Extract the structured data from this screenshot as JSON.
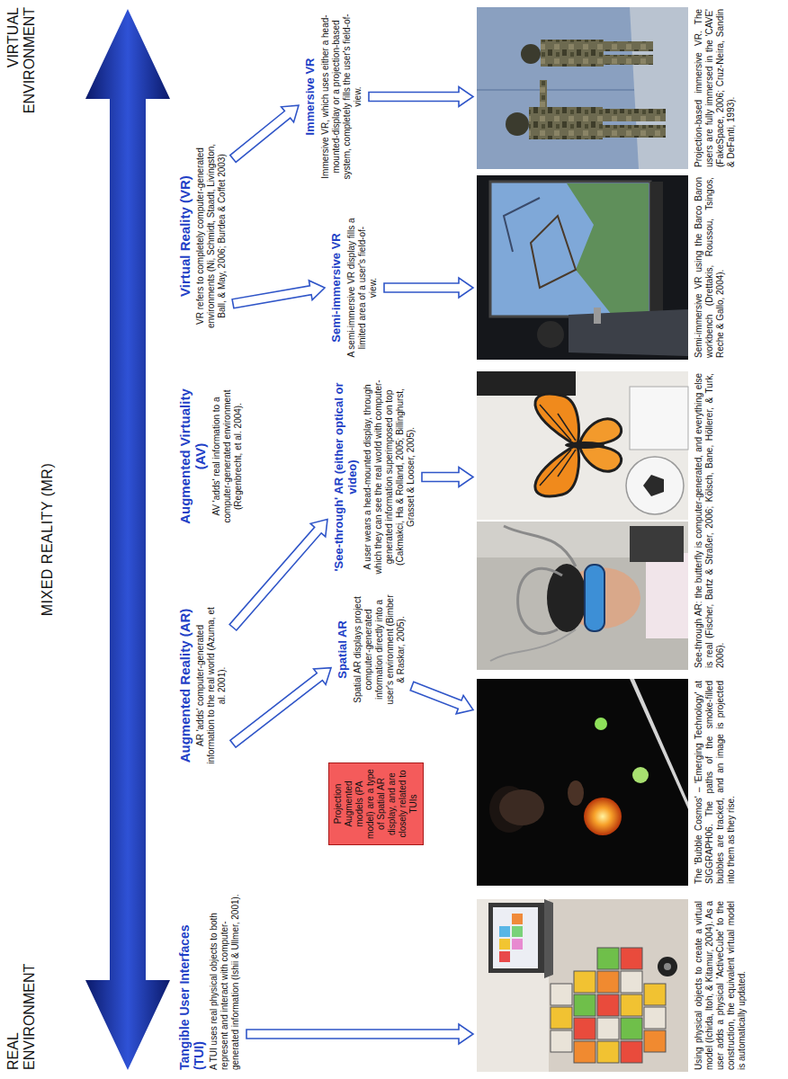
{
  "diagram": {
    "title": "MIXED REALITY (MR)",
    "nodes": [
      {
        "text": [
          "Tangible User Interfaces (TUI)",
          "A TUI uses real physical objects to both represent and interact with computer-generated information (Ishii & Ullmer, 2001)."
        ]
      },
      {
        "text": [
          "Augmented Reality (AR)",
          "AR 'adds' computer-generated information to the real world (Azuma, et al. 2001)."
        ]
      },
      {
        "text": [
          "Augmented Virtuality (AV)",
          "AV 'adds' real information to a computer-generated environment (Regenbrecht, et al. 2004)."
        ]
      },
      {
        "text": [
          "Virtual Reality (VR)",
          "VR refers to completely computer-generated environments (Ni, Schmidt, Staadt, Livingston, Ball, & May, 2006; Burdea & Coffet 2003)"
        ]
      },
      {
        "text": [
          "Projection Augmented models (PA model) are a type of Spatial AR display, and are closely related to TUIs"
        ]
      },
      {
        "text": [
          "Spatial AR",
          "Spatial AR displays project computer-generated information directly into a user's environment (Bimber & Raskar, 2005)."
        ]
      },
      {
        "text": [
          "'See-through' AR (either optical or video)",
          "A user wears a head-mounted display, through which they can see the real world with computer-generated information superimposed on top (Cakmakci, Ha & Rolland, 2005; Billinghurst, Grasset & Looser, 2005)."
        ]
      },
      {
        "text": [
          "Semi-immersive VR",
          "A semi-immersive VR display fills a limited area of a user's field-of-view."
        ]
      },
      {
        "text": [
          "Immersive VR",
          "Immersive VR, which uses either a head-mounted-display or a projection-based system, completely fills the user's field-of-view."
        ]
      },
      {
        "text": [
          "Using physical objects to create a virtual model (Ichida, Itoh, & Kitamur, 2004). As a user adds a physical 'ActiveCube' to the construction, the equivalent virtual model is automatically updated."
        ]
      },
      {
        "text": [
          "The 'Bubble Cosmos' – 'Emerging Technology' at SIGGRAPH06. The paths of the smoke-filled bubbles are tracked, and an image is projected into them as they rise."
        ]
      },
      {
        "text": [
          "See-through AR: the butterfly is computer-generated, and everything else is real (Fischer, Bartz & Straßer, 2006; Kölsch, Bane, Höllerer, & Turk, 2006)."
        ]
      },
      {
        "text": [
          "Semi-immersive VR using the Barco Baron workbench (Drettakis, Roussou, Tsingos, Reche & Gallo, 2004)."
        ]
      },
      {
        "text": [
          "Projection-based immersive VR. The users are fully immersed in the 'CAVE' (FakeSpace, 2006; Cruz-Neira, Sandin & DeFanti, 1993)."
        ]
      }
    ],
    "edges": [
      {
        "from": 0,
        "to": 9,
        "arrow": "to"
      },
      {
        "from": 1,
        "to": 5,
        "arrow": "to"
      },
      {
        "from": 1,
        "to": 6,
        "arrow": "to"
      },
      {
        "from": 3,
        "to": 7,
        "arrow": "to"
      },
      {
        "from": 3,
        "to": 8,
        "arrow": "to"
      },
      {
        "from": 5,
        "to": 10,
        "arrow": "to"
      },
      {
        "from": 6,
        "to": 11,
        "arrow": "to"
      },
      {
        "from": 7,
        "to": 12,
        "arrow": "to"
      },
      {
        "from": 8,
        "to": 13,
        "arrow": "to"
      }
    ],
    "labels": [
      "REAL ENVIRONMENT",
      "VIRTUAL ENVIRONMENT"
    ]
  }
}
